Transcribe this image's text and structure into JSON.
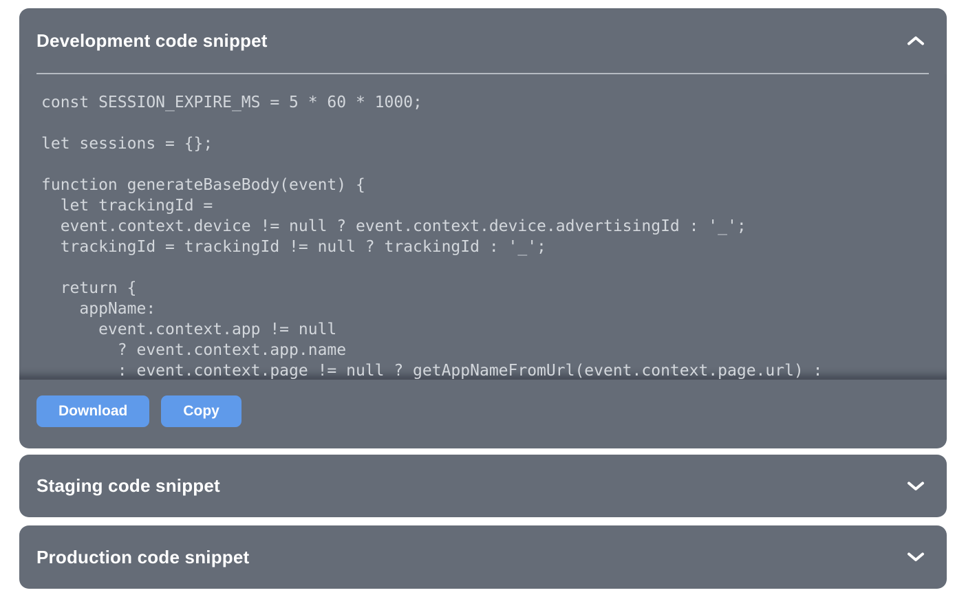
{
  "colors": {
    "page_bg": "#FFFFFF",
    "panel_bg": "#656C77",
    "title_text": "#FFFFFF",
    "divider": "#B6BBC2",
    "code_text": "#D3D7DC",
    "button_bg": "#5F9AEA",
    "button_text": "#FFFFFF"
  },
  "panels": [
    {
      "title": "Development code snippet",
      "expanded": true,
      "chevron_icon": "chevron-up-icon",
      "code": "const SESSION_EXPIRE_MS = 5 * 60 * 1000;\n\nlet sessions = {};\n\nfunction generateBaseBody(event) {\n  let trackingId =\n  event.context.device != null ? event.context.device.advertisingId : '_';\n  trackingId = trackingId != null ? trackingId : '_';\n\n  return {\n    appName:\n      event.context.app != null\n        ? event.context.app.name\n        : event.context.page != null ? getAppNameFromUrl(event.context.page.url) :",
      "buttons": {
        "download": "Download",
        "copy": "Copy"
      }
    },
    {
      "title": "Staging code snippet",
      "expanded": false,
      "chevron_icon": "chevron-down-icon"
    },
    {
      "title": "Production code snippet",
      "expanded": false,
      "chevron_icon": "chevron-down-icon"
    }
  ]
}
